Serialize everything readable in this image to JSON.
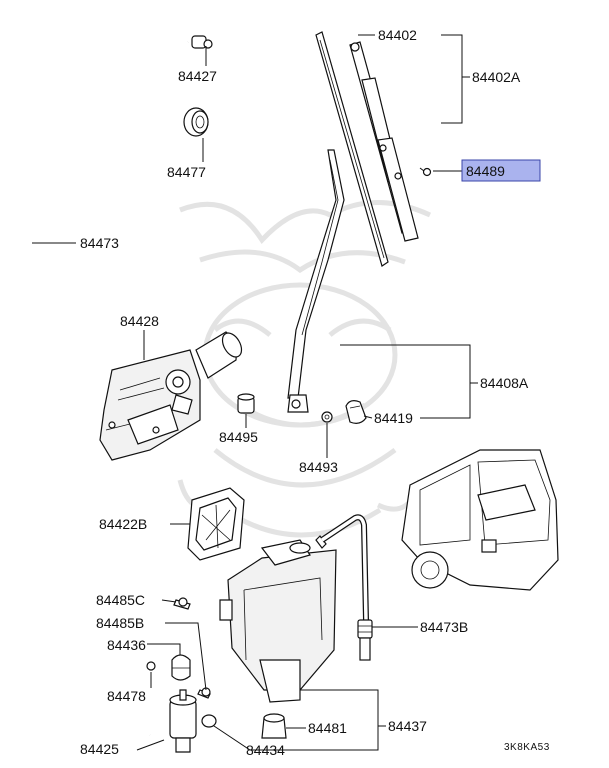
{
  "labels": {
    "p84402": "84402",
    "p84402A": "84402A",
    "p84427": "84427",
    "p84477": "84477",
    "p84489": "84489",
    "p84473": "84473",
    "p84428": "84428",
    "p84408A": "84408A",
    "p84419": "84419",
    "p84495": "84495",
    "p84493": "84493",
    "p84422B": "84422B",
    "p84485C": "84485C",
    "p84485B": "84485B",
    "p84473B": "84473B",
    "p84436": "84436",
    "p84478": "84478",
    "p84481": "84481",
    "p84437": "84437",
    "p84425": "84425",
    "p84434": "84434"
  },
  "diagram_code": "3K8KA53",
  "colors": {
    "highlight_fill": "#aab3ee",
    "highlight_border": "#3a44a8",
    "line": "#111111",
    "watermark": "#e3e3e3"
  }
}
